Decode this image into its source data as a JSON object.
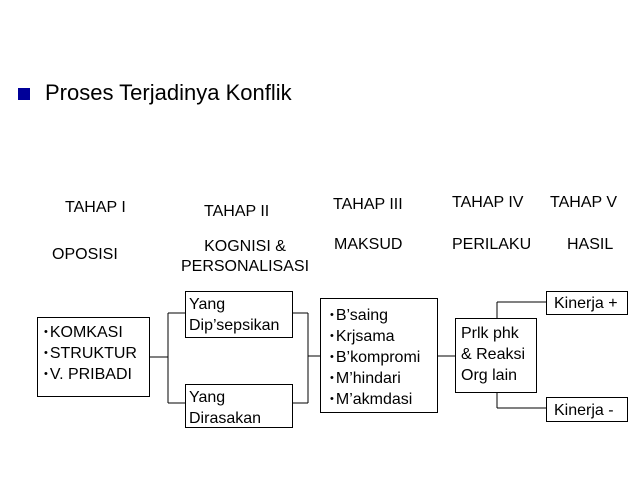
{
  "slide": {
    "title": "Proses Terjadinya Konflik"
  },
  "stages": [
    {
      "stage": "TAHAP I",
      "name": "OPOSISI",
      "name_lines": [
        "OPOSISI"
      ]
    },
    {
      "stage": "TAHAP II",
      "name_lines": [
        "KOGNISI &",
        "PERSONALISASI"
      ]
    },
    {
      "stage": "TAHAP III",
      "name": "MAKSUD",
      "name_lines": [
        "MAKSUD"
      ]
    },
    {
      "stage": "TAHAP IV",
      "name": "PERILAKU",
      "name_lines": [
        "PERILAKU"
      ]
    },
    {
      "stage": "TAHAP V",
      "name": "HASIL",
      "name_lines": [
        "HASIL"
      ]
    }
  ],
  "boxes": {
    "sources": [
      "KOMKASI",
      "STRUKTUR",
      "V. PRIBADI"
    ],
    "perceived": [
      "Yang",
      "Dip’sepsikan"
    ],
    "felt": [
      "Yang",
      "Dirasakan"
    ],
    "intentions": [
      "B’saing",
      "Krjsama",
      "B’kompromi",
      "M’hindari",
      "M’akmdasi"
    ],
    "behavior": [
      "Prlk phk",
      "& Reaksi",
      "Org lain"
    ],
    "outcome_positive": "Kinerja +",
    "outcome_negative": "Kinerja -"
  },
  "colors": {
    "bullet": "#000099",
    "line": "#000000"
  }
}
